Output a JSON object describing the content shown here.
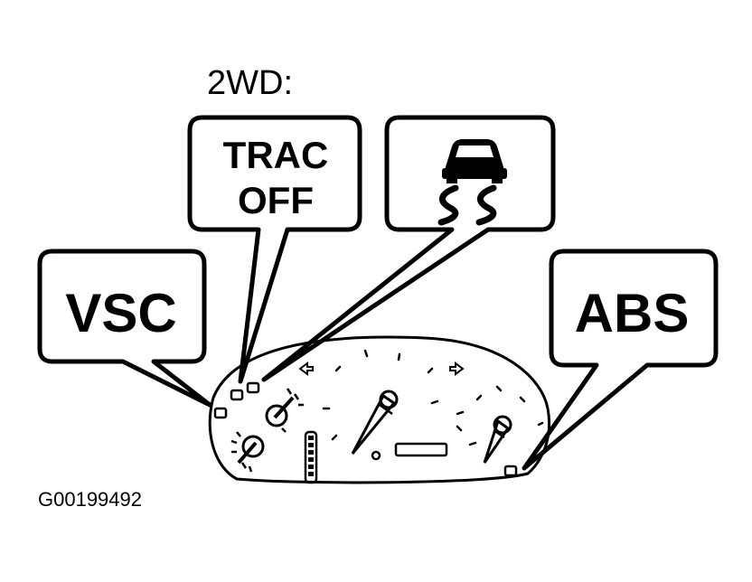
{
  "heading": "2WD:",
  "figure_code": "G00199492",
  "callouts": {
    "vsc": "VSC",
    "trac_line1": "TRAC",
    "trac_line2": "OFF",
    "slip": "slip-indicator-icon",
    "abs": "ABS"
  },
  "colors": {
    "ink": "#000000",
    "paper": "#ffffff"
  }
}
